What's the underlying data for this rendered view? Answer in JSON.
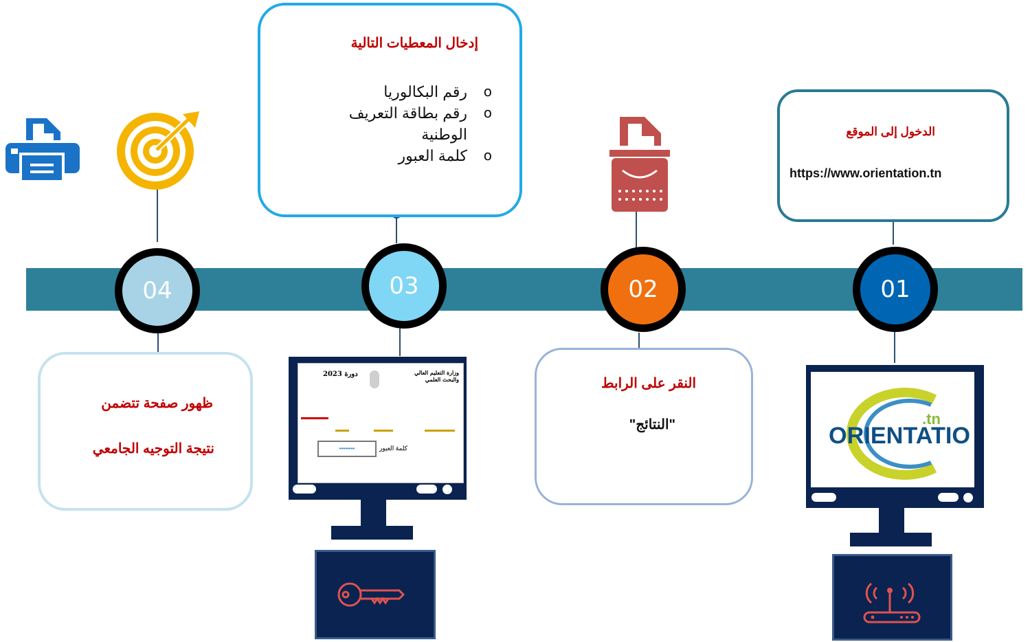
{
  "steps": [
    {
      "number": "01",
      "title": "الدخول إلى الموقع",
      "text": "https://www.orientation.tn",
      "color": "#0066b3"
    },
    {
      "number": "02",
      "title": "النقر على الرابط",
      "text": "\"النتائج\"",
      "color": "#f07010"
    },
    {
      "number": "03",
      "title": "إدخال المعطيات التالية",
      "items": [
        "رقم البكالوريا",
        "رقم بطاقة التعريف الوطنية",
        "كلمة العبور"
      ],
      "color": "#7fd6f5"
    },
    {
      "number": "04",
      "title": "ظهور صفحة تتضمن",
      "text": "نتيجة التوجيه الجامعي",
      "color": "#a8d3e6"
    }
  ],
  "screens": {
    "logo_main": "ORIENTATIO",
    "logo_suffix": ".tn",
    "form_header_right": "وزارة التعليم العالي والبحث العلمي",
    "form_header_left": "دورة 2023",
    "form_password_label": "كلمة العبور",
    "form_password_value": "••••••••"
  },
  "colors": {
    "band": "#2e8098",
    "title_red": "#c00000",
    "monitor": "#0a2350",
    "icon_red": "#c0504d",
    "icon_blue": "#1a73c7",
    "target_gold": "#f5b400"
  },
  "icons": [
    "wifi-router-icon",
    "key-icon",
    "typewriter-icon",
    "target-icon",
    "printer-icon"
  ]
}
